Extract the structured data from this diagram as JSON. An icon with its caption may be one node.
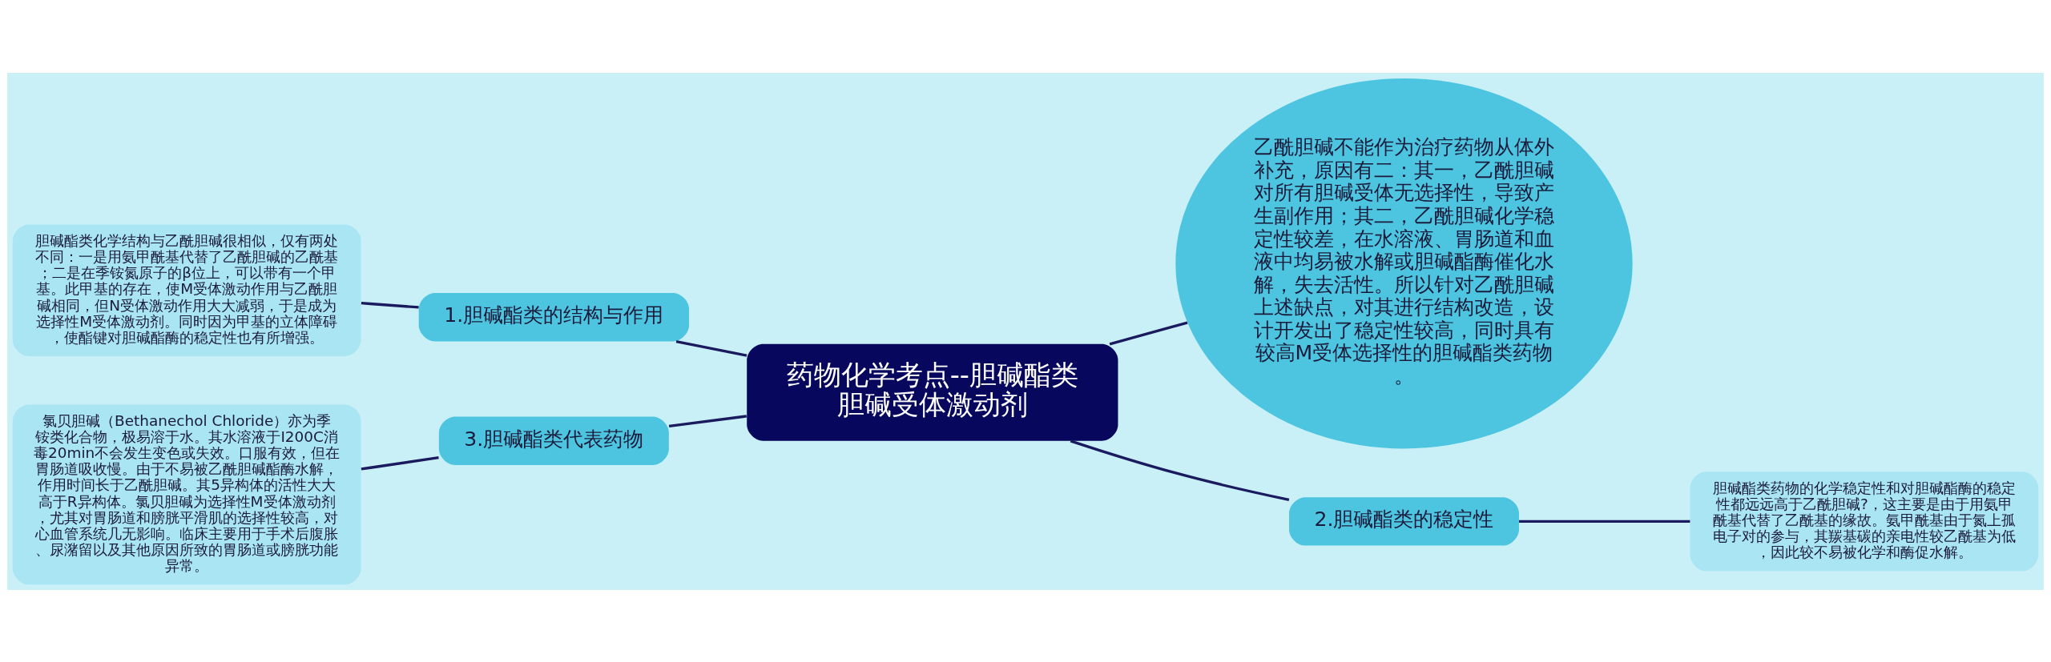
{
  "diagram": {
    "nodes": [
      {
        "text": [
          "药物化学考点--胆碱酯类胆碱受体激动剂"
        ]
      },
      {
        "text": [
          "1.胆碱酯类的结构与作用"
        ]
      },
      {
        "text": [
          "胆碱酯类化学结构与乙酰胆碱很相似，仅有两处不同：一是用氨甲酰基代替了乙酰胆碱的乙酰基；二是在季铵氮原子的β位上，可以带有一个甲基。此甲基的存在，使M受体激动作用与乙酰胆碱相同，但N受体激动作用大大减弱，于是成为选择性M受体激动剂。同时因为甲基的立体障碍，使酯键对胆碱酯酶的稳定性也有所增强。"
        ]
      },
      {
        "text": [
          "3.胆碱酯类代表药物"
        ]
      },
      {
        "text": [
          "氯贝胆碱（Bethanechol Chloride）亦为季铵类化合物，极易溶于水。其水溶液于I200C消毒20min不会发生变色或失效。口服有效，但在胃肠道吸收慢。由于不易被乙酰胆碱酯酶水解，作用时间长于乙酰胆碱。其5异构体的活性大大高于R异构体。氯贝胆碱为选择性M受体激动剂，尤其对胃肠道和膀胱平滑肌的选择性较高，对心血管系统几无影响。临床主要用于手术后腹胀、尿潴留以及其他原因所致的胃肠道或膀胱功能异常。"
        ]
      },
      {
        "text": [
          "乙酰胆碱不能作为治疗药物从体外补充，原因有二：其一，乙酰胆碱对所有胆碱受体无选择性，导致产生副作用；其二，乙酰胆碱化学稳定性较差，在水溶液、胃肠道和血液中均易被水解或胆碱酯酶催化水解，失去活性。所以针对乙酰胆碱上述缺点，对其进行结构改造，设计开发出了稳定性较高，同时具有较高M受体选择性的胆碱酯类药物。"
        ]
      },
      {
        "text": [
          "2.胆碱酯类的稳定性"
        ]
      },
      {
        "text": [
          "胆碱酯类药物的化学稳定性和对胆碱酯酶的稳定性都远远高于乙酰胆碱?，这主要是由于用氨甲酰基代替了乙酰基的缘故。氨甲酰基由于氮上孤电子对的参与，其羰基碳的亲电性较乙酰基为低，因此较不易被化学和酶促水解。"
        ]
      }
    ],
    "edges": [
      {
        "from": 0,
        "to": 1,
        "arrow": "none"
      },
      {
        "from": 1,
        "to": 2,
        "arrow": "none"
      },
      {
        "from": 0,
        "to": 3,
        "arrow": "none"
      },
      {
        "from": 3,
        "to": 4,
        "arrow": "none"
      },
      {
        "from": 0,
        "to": 5,
        "arrow": "none"
      },
      {
        "from": 0,
        "to": 6,
        "arrow": "none"
      },
      {
        "from": 6,
        "to": 7,
        "arrow": "none"
      }
    ]
  }
}
